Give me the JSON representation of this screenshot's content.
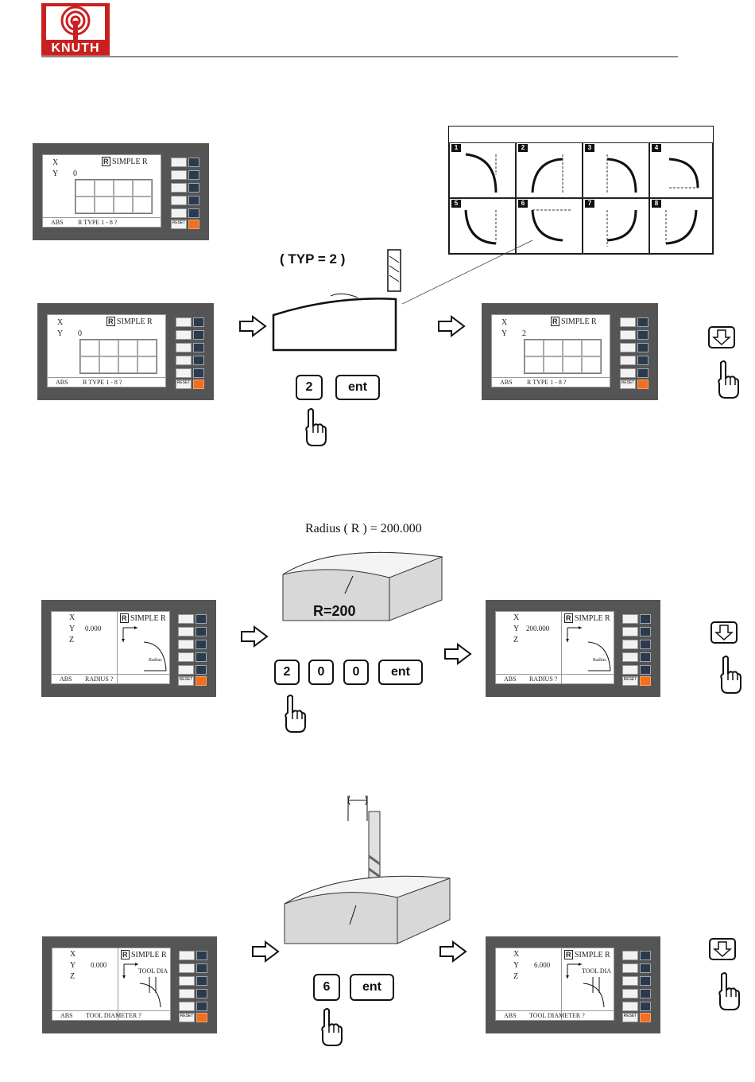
{
  "header": {
    "logo_text": "KNUTH",
    "logo_color": "#c8201f"
  },
  "dro_common": {
    "title": "SIMPLE R",
    "r_tag": "R",
    "abs_label": "ABS",
    "reset_label": "RESET",
    "axis_x": "X",
    "axis_y": "Y",
    "axis_z": "Z",
    "accent_orange": "#f07020",
    "key_dark": "#2d3a4a"
  },
  "step1": {
    "screen_a": {
      "y_value": "0",
      "prompt": "R TYPE 1 - 8 ?"
    },
    "screen_b": {
      "y_value": "0",
      "prompt": "R TYPE 1 - 8 ?"
    },
    "screen_c": {
      "y_value": "2",
      "prompt": "R TYPE 1 - 8 ?"
    },
    "annotation": "( TYP = 2   )",
    "keys": [
      "2",
      "ent"
    ],
    "type_chart": {
      "cells": [
        "1",
        "2",
        "3",
        "4",
        "5",
        "6",
        "7",
        "8"
      ]
    }
  },
  "step2": {
    "caption": "Radius ( R ) = 200.000",
    "block_label": "R=200",
    "screen_a": {
      "y_value": "0.000",
      "prompt": "RADIUS ?",
      "diagram_label": "Radius"
    },
    "screen_b": {
      "y_value": "200.000",
      "prompt": "RADIUS ?",
      "diagram_label": "Radius"
    },
    "keys": [
      "2",
      "0",
      "0",
      "ent"
    ]
  },
  "step3": {
    "screen_a": {
      "y_value": "0.000",
      "prompt": "TOOL DIAMETER ?",
      "diagram_label": "TOOL DIA"
    },
    "screen_b": {
      "y_value": "6.000",
      "prompt": "TOOL DIAMETER ?",
      "diagram_label": "TOOL DIA"
    },
    "keys": [
      "6",
      "ent"
    ]
  }
}
